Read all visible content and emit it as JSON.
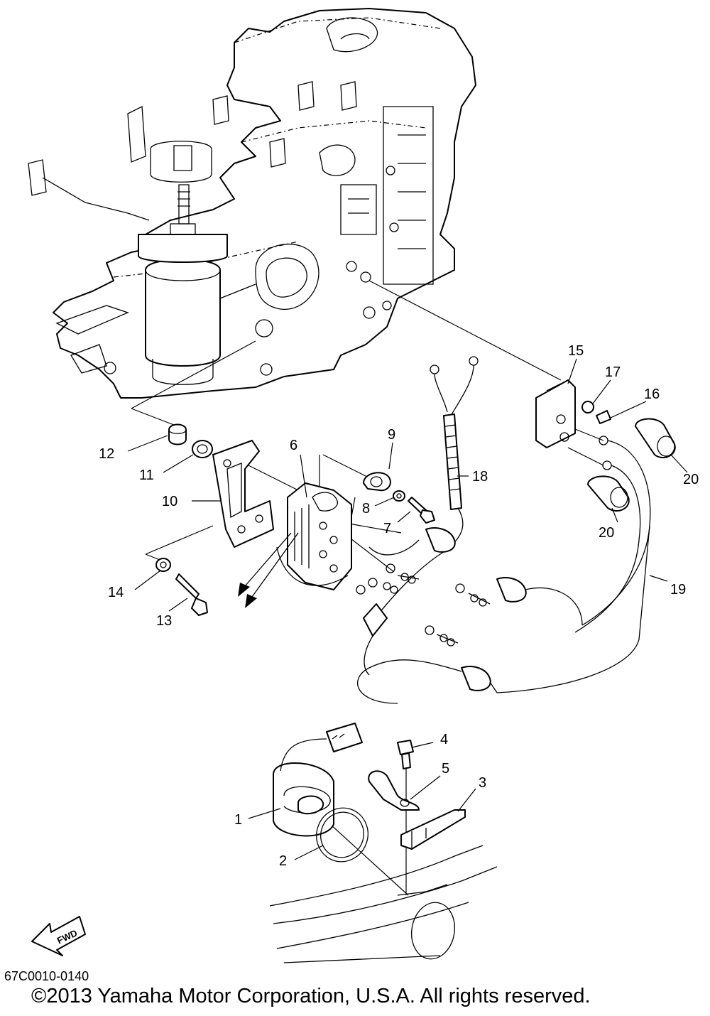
{
  "callouts": {
    "c1": "1",
    "c2": "2",
    "c3": "3",
    "c4": "4",
    "c5": "5",
    "c6": "6",
    "c7": "7",
    "c8": "8",
    "c9": "9",
    "c10": "10",
    "c11": "11",
    "c12": "12",
    "c13": "13",
    "c14": "14",
    "c15": "15",
    "c16": "16",
    "c17": "17",
    "c18": "18",
    "c19": "19",
    "c20a": "20",
    "c20b": "20"
  },
  "fwd_label": "FWD",
  "diagram_code": "67C0010-0140",
  "copyright": "©2013 Yamaha Motor Corporation, U.S.A. All rights reserved."
}
